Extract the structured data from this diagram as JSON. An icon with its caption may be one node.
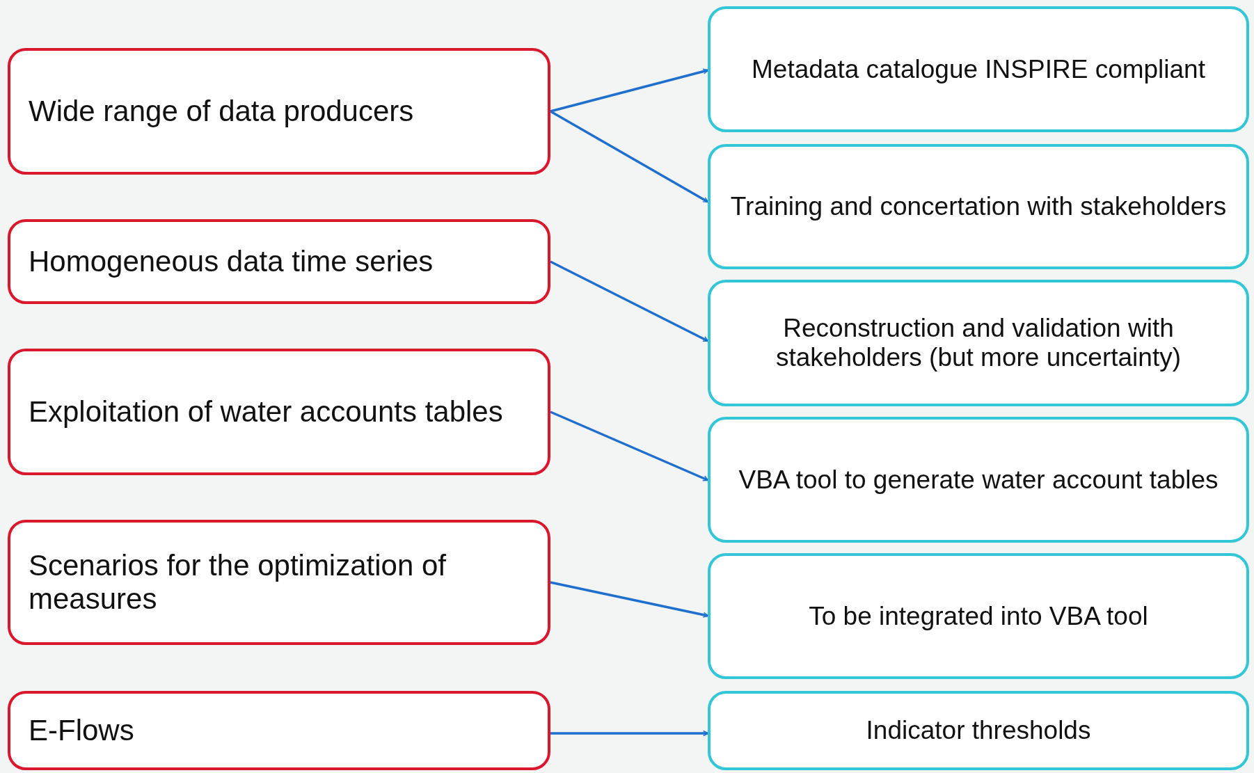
{
  "diagram": {
    "nodes": [
      {
        "text": [
          "Wide range of data producers"
        ]
      },
      {
        "text": [
          "Homogeneous data time series"
        ]
      },
      {
        "text": [
          "Exploitation of water accounts tables"
        ]
      },
      {
        "text": [
          "Scenarios for the optimization of measures"
        ]
      },
      {
        "text": [
          "E-Flows"
        ]
      },
      {
        "text": [
          "Metadata catalogue INSPIRE compliant"
        ]
      },
      {
        "text": [
          "Training and concertation with stakeholders"
        ]
      },
      {
        "text": [
          "Reconstruction and validation with stakeholders (but more uncertainty)"
        ]
      },
      {
        "text": [
          "VBA tool to generate water account tables"
        ]
      },
      {
        "text": [
          "To be integrated into VBA tool"
        ]
      },
      {
        "text": [
          "Indicator thresholds"
        ]
      }
    ],
    "edges": [
      {
        "from": 0,
        "to": 5,
        "arrow": "to"
      },
      {
        "from": 0,
        "to": 6,
        "arrow": "to"
      },
      {
        "from": 1,
        "to": 7,
        "arrow": "to"
      },
      {
        "from": 2,
        "to": 8,
        "arrow": "to"
      },
      {
        "from": 3,
        "to": 9,
        "arrow": "to"
      },
      {
        "from": 4,
        "to": 10,
        "arrow": "to"
      }
    ]
  }
}
